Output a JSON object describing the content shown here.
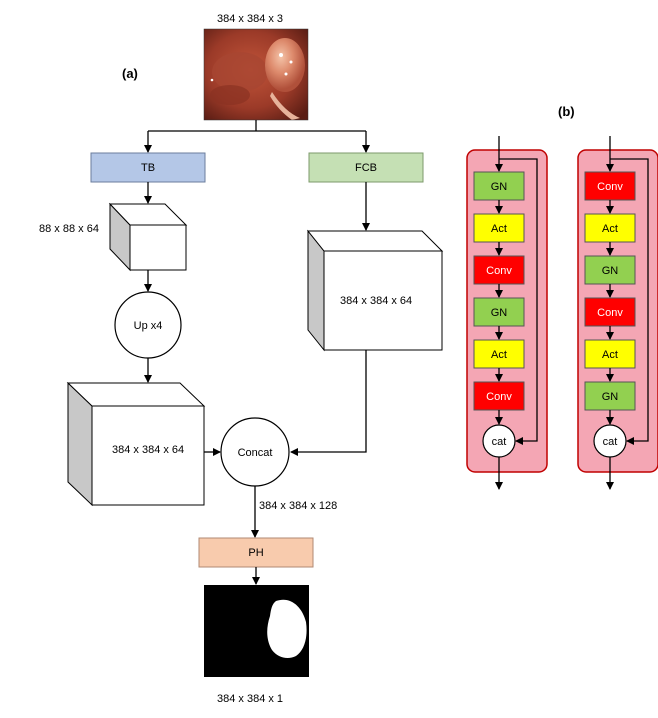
{
  "panel_a": {
    "label": "(a)",
    "input": {
      "dims": "384 x 384 x 3"
    },
    "tb": {
      "label": "TB",
      "color": "#b4c7e7"
    },
    "fcb": {
      "label": "FCB",
      "color": "#c5e0b4"
    },
    "tb_output": {
      "dims": "88 x 88 x 64"
    },
    "upsample": {
      "label": "Up x4"
    },
    "upsampled": {
      "dims": "384 x 384 x 64"
    },
    "fcb_output": {
      "dims": "384 x 384 x 64"
    },
    "concat": {
      "label": "Concat",
      "dims": "384 x 384 x 128"
    },
    "ph": {
      "label": "PH",
      "color": "#f8cbad"
    },
    "output": {
      "dims": "384 x 384 x 1"
    }
  },
  "panel_b": {
    "label": "(b)",
    "container_color": "#f4a6b4",
    "border_color": "#c00000",
    "colors": {
      "GN": "#92d050",
      "Act": "#ffff00",
      "Conv": "#ff0000"
    },
    "blocks": [
      {
        "layers": [
          "GN",
          "Act",
          "Conv",
          "GN",
          "Act",
          "Conv"
        ],
        "merge": "cat"
      },
      {
        "layers": [
          "Conv",
          "Act",
          "GN",
          "Conv",
          "Act",
          "GN"
        ],
        "merge": "cat"
      }
    ]
  }
}
